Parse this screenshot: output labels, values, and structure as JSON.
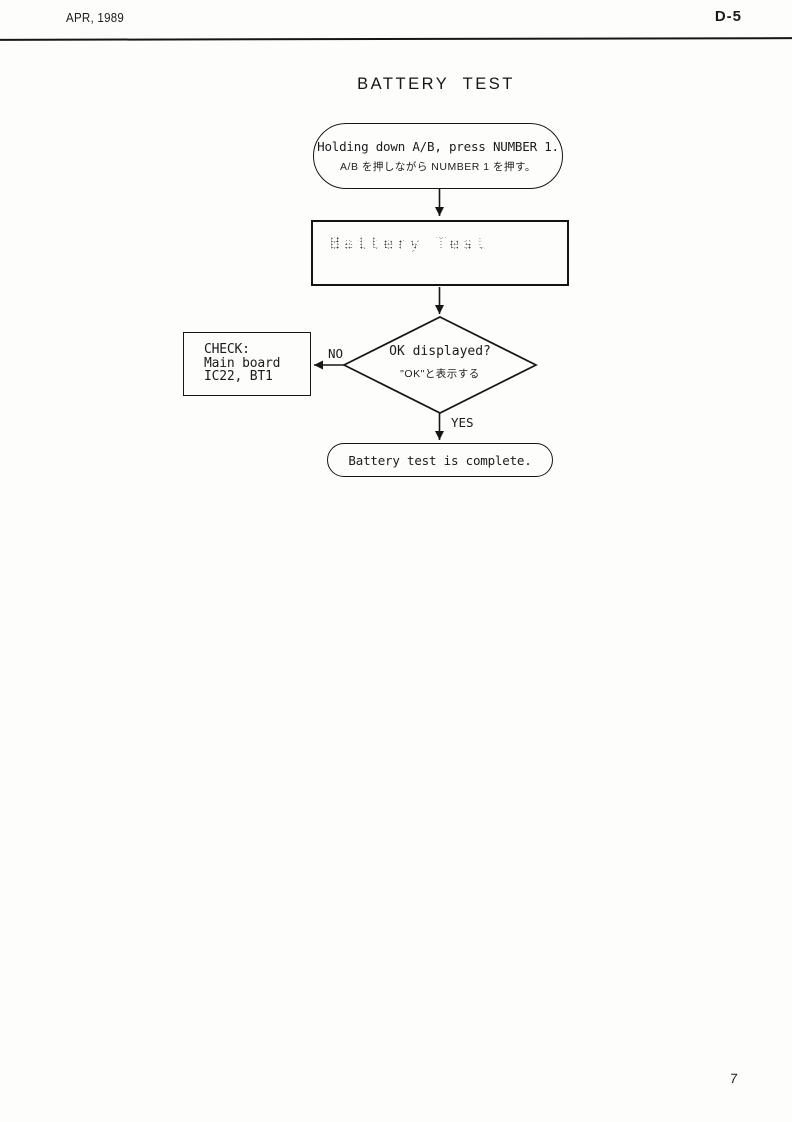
{
  "header": {
    "left": "APR, 1989",
    "right": "D-5"
  },
  "title": "BATTERY TEST",
  "flow": {
    "start": {
      "line1": "Holding down A/B, press NUMBER 1.",
      "line2": "A/B を押しながら NUMBER 1 を押す。"
    },
    "process": {
      "label": "Battery Test"
    },
    "decision": {
      "line1": "OK displayed?",
      "line2": "\"OK\"と表示する",
      "no_label": "NO",
      "yes_label": "YES"
    },
    "check": {
      "line1": "CHECK:",
      "line2": "Main board",
      "line3": "IC22, BT1"
    },
    "end": {
      "label": "Battery test is complete."
    }
  },
  "page_number": "7",
  "colors": {
    "ink": "#161616",
    "paper": "#fdfdfc"
  }
}
